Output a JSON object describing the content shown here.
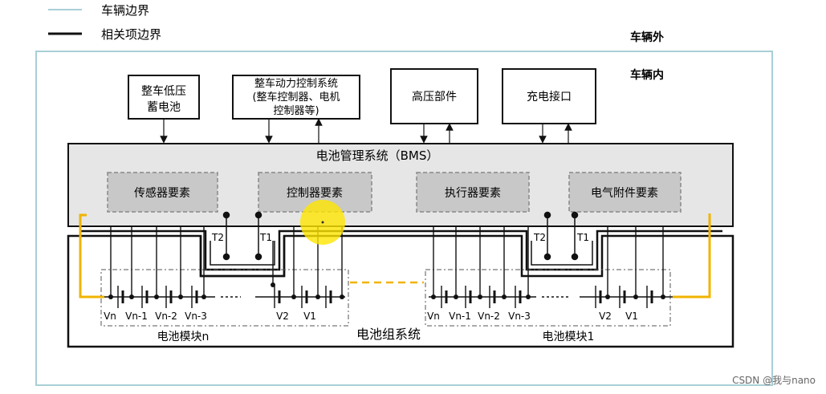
{
  "legend": {
    "vehicle_boundary": "车辆边界",
    "related_boundary": "相关项边界",
    "vehicle_boundary_color": "#a8cfd6",
    "related_boundary_color": "#111111"
  },
  "regions": {
    "outside": "车辆外",
    "inside": "车辆内"
  },
  "top_blocks": [
    {
      "lines": [
        "整车低压",
        "蓄电池"
      ]
    },
    {
      "lines": [
        "整车动力控制系统",
        "(整车控制器、电机",
        "控制器等)"
      ]
    },
    {
      "lines": [
        "高压部件"
      ]
    },
    {
      "lines": [
        "充电接口"
      ]
    }
  ],
  "bms": {
    "title": "电池管理系统（BMS）",
    "elements": [
      "传感器要素",
      "控制器要素",
      "执行器要素",
      "电气附件要素"
    ]
  },
  "sensors": [
    "T2",
    "T1",
    "T2",
    "T1"
  ],
  "pack_system": "电池组系统",
  "modules": [
    {
      "label": "电池模块n",
      "cells": [
        "Vn",
        "Vn-1",
        "Vn-2",
        "Vn-3",
        "V2",
        "V1"
      ]
    },
    {
      "label": "电池模块1",
      "cells": [
        "Vn",
        "Vn-1",
        "Vn-2",
        "Vn-3",
        "V2",
        "V1"
      ]
    }
  ],
  "watermark": "CSDN @我与nano",
  "colors": {
    "bms_fill": "#e6e6e6",
    "element_fill": "#c8c8c8",
    "harness": "#f0b400",
    "highlight": "#ffe600"
  }
}
